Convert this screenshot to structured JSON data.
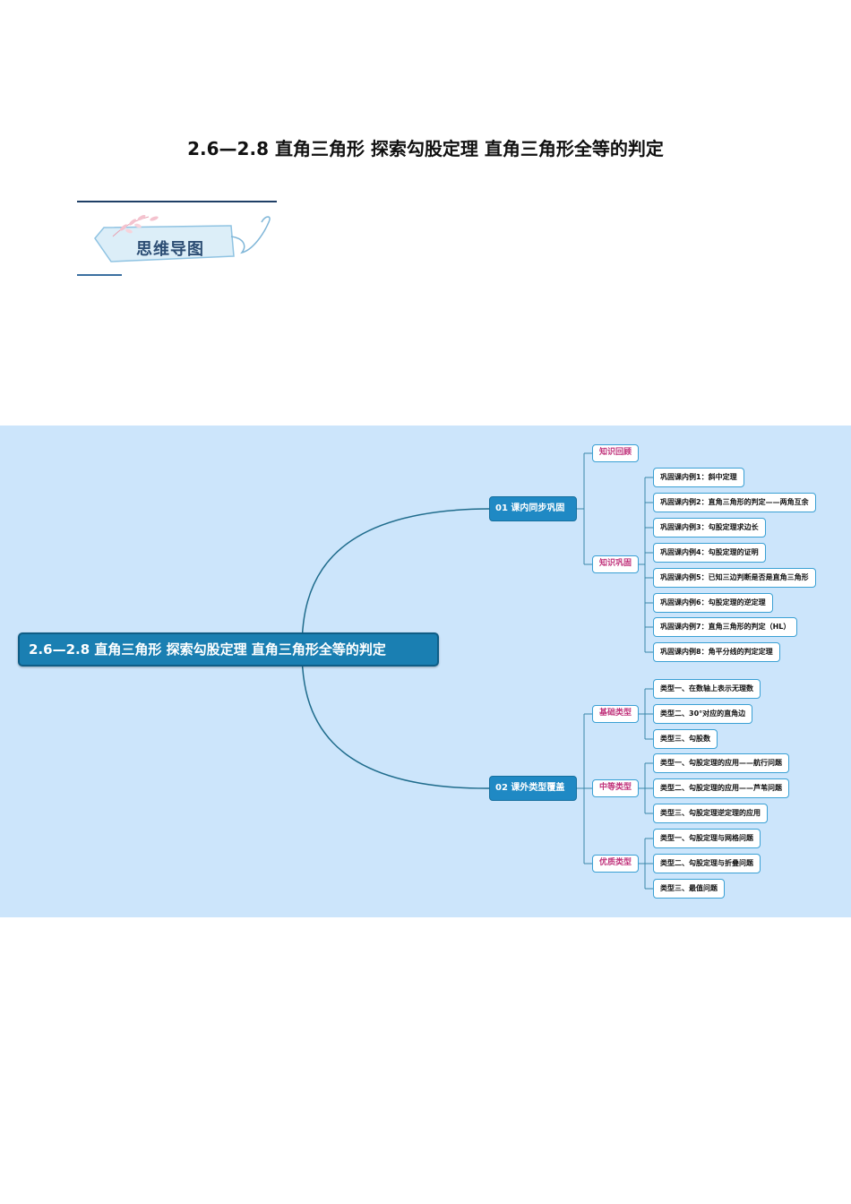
{
  "doc": {
    "title": "2.6—2.8  直角三角形  探索勾股定理  直角三角形全等的判定",
    "badge_label": "思维导图"
  },
  "mindmap": {
    "root": "2.6—2.8  直角三角形  探索勾股定理  直角三角形全等的判定",
    "branches": [
      {
        "label": "01  课内同步巩固",
        "groups": [
          {
            "label": "知识回顾",
            "items": []
          },
          {
            "label": "知识巩固",
            "items": [
              "巩固课内例1：斜中定理",
              "巩固课内例2：直角三角形的判定——两角互余",
              "巩固课内例3：勾股定理求边长",
              "巩固课内例4：勾股定理的证明",
              "巩固课内例5：已知三边判断是否是直角三角形",
              "巩固课内例6：勾股定理的逆定理",
              "巩固课内例7：直角三角形的判定（HL）",
              "巩固课内例8：角平分线的判定定理"
            ]
          }
        ]
      },
      {
        "label": "02  课外类型覆盖",
        "groups": [
          {
            "label": "基础类型",
            "items": [
              "类型一、在数轴上表示无理数",
              "类型二、30°对应的直角边",
              "类型三、勾股数"
            ]
          },
          {
            "label": "中等类型",
            "items": [
              "类型一、勾股定理的应用——航行问题",
              "类型二、勾股定理的应用——芦苇问题",
              "类型三、勾股定理逆定理的应用"
            ]
          },
          {
            "label": "优质类型",
            "items": [
              "类型一、勾股定理与网格问题",
              "类型二、勾股定理与折叠问题",
              "类型三、最值问题"
            ]
          }
        ]
      }
    ]
  },
  "colors": {
    "map_background": "#cce5fb",
    "root_fill": "#1a7fb2",
    "branch_fill": "#1f89c4",
    "connector": "#1f6c8c",
    "sub_text": "#c0337b",
    "leaf_border": "#3aa0d4"
  }
}
